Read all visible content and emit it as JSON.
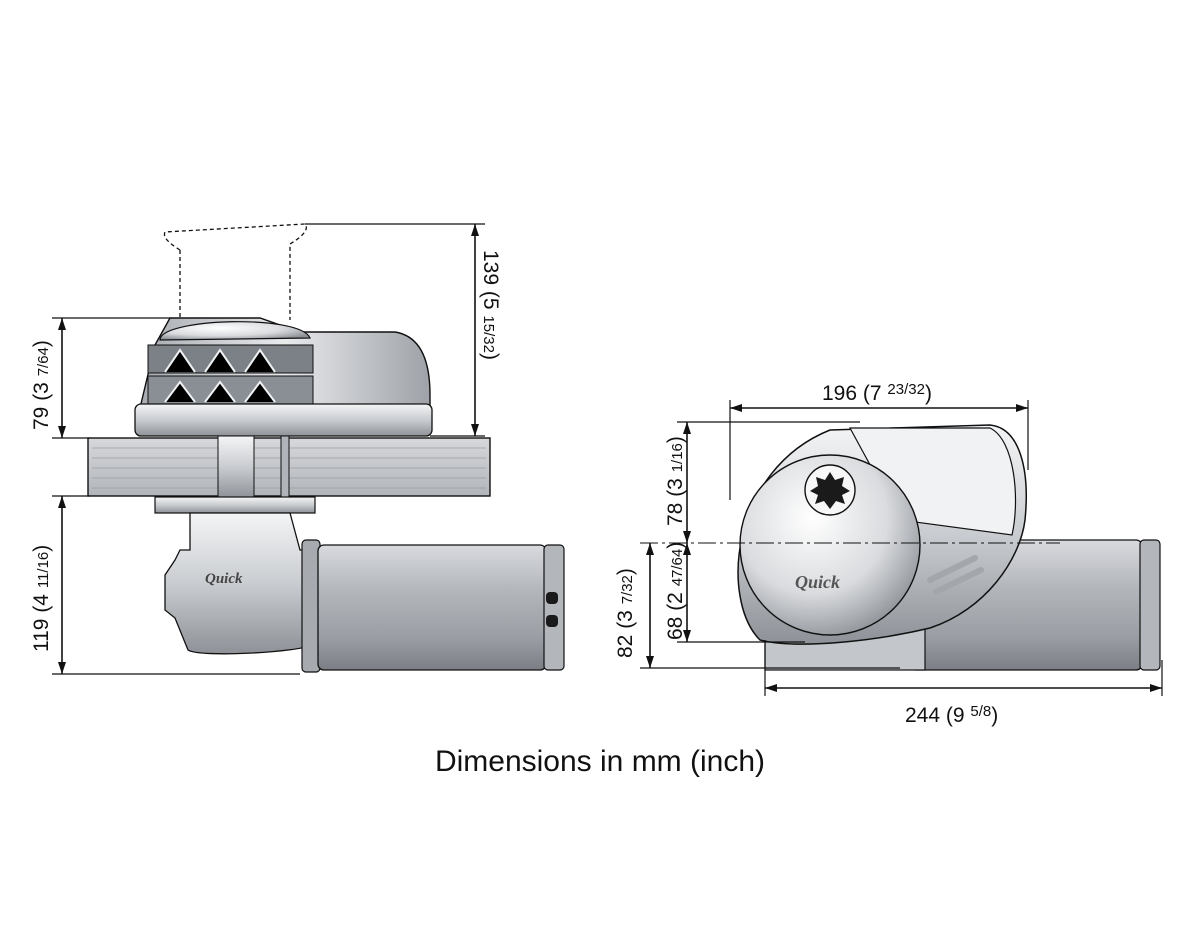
{
  "caption": "Dimensions in mm (inch)",
  "colors": {
    "metal_light": "#e6e7e9",
    "metal_mid": "#b9bcc1",
    "metal_dark": "#6f737a",
    "deck_wood": "#c9cbcf",
    "outline": "#111111"
  },
  "brand": "Quick",
  "dimensions": {
    "left_top_height": {
      "main": "139 (5 ",
      "frac": "15/32",
      "close": ")"
    },
    "left_upper_height": {
      "main": "79 (3 ",
      "frac": "7/64",
      "close": ")"
    },
    "left_lower_height": {
      "main": "119 (4 ",
      "frac": "11/16",
      "close": ")"
    },
    "right_top_width": {
      "main": "196 (7 ",
      "frac": "23/32",
      "close": ")"
    },
    "right_upper_height": {
      "main": "78 (3 ",
      "frac": "1/16",
      "close": ")"
    },
    "right_mid_height": {
      "main": "68 (2 ",
      "frac": "47/64",
      "close": ")"
    },
    "right_lower_height": {
      "main": "82 (3 ",
      "frac": "7/32",
      "close": ")"
    },
    "right_bottom_width": {
      "main": "244 (9 ",
      "frac": "5/8",
      "close": ")"
    }
  }
}
